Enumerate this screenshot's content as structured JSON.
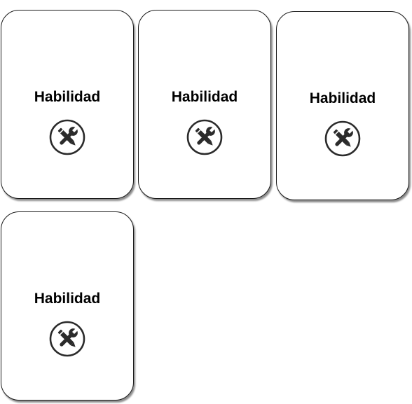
{
  "cards": [
    {
      "title": "Habilidad",
      "icon": "tools-icon"
    },
    {
      "title": "Habilidad",
      "icon": "tools-icon"
    },
    {
      "title": "Habilidad",
      "icon": "tools-icon"
    },
    {
      "title": "Habilidad",
      "icon": "tools-icon"
    }
  ],
  "colors": {
    "border": "#1a1a1a",
    "icon": "#2b2b2b",
    "background": "#ffffff"
  }
}
